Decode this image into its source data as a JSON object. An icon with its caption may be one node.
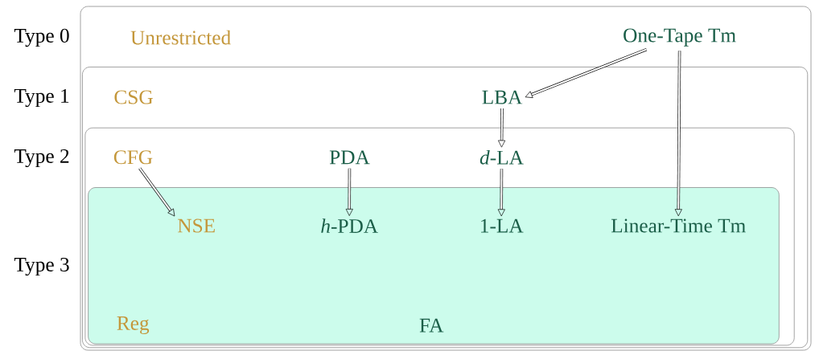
{
  "diagram": {
    "nodes": [
      {
        "text": [
          "Type 0"
        ]
      },
      {
        "text": [
          "Unrestricted"
        ],
        "in": 0
      },
      {
        "text": [
          "One-Tape Tm"
        ],
        "in": 0
      },
      {
        "text": [
          "Type 1"
        ],
        "in": 0
      },
      {
        "text": [
          "CSG"
        ],
        "in": 3
      },
      {
        "text": [
          "LBA"
        ],
        "in": 3
      },
      {
        "text": [
          "Type 2"
        ],
        "in": 3
      },
      {
        "text": [
          "CFG"
        ],
        "in": 6
      },
      {
        "text": [
          "PDA"
        ],
        "in": 6
      },
      {
        "text": [
          "*d*-LA"
        ],
        "in": 6
      },
      {
        "text": [
          "Type 3"
        ],
        "in": 6
      },
      {
        "text": [
          "NSE"
        ],
        "in": 10
      },
      {
        "text": [
          "*h*-PDA"
        ],
        "in": 10
      },
      {
        "text": [
          "1-LA"
        ],
        "in": 10
      },
      {
        "text": [
          "Linear-Time Tm"
        ],
        "in": 10
      },
      {
        "text": [
          "Reg"
        ],
        "in": 10
      },
      {
        "text": [
          "FA"
        ],
        "in": 10
      }
    ],
    "edges": [
      {
        "from": 2,
        "to": 5,
        "arrow": "to"
      },
      {
        "from": 2,
        "to": 14,
        "arrow": "to"
      },
      {
        "from": 5,
        "to": 9,
        "arrow": "to"
      },
      {
        "from": 7,
        "to": 11,
        "arrow": "to"
      },
      {
        "from": 8,
        "to": 12,
        "arrow": "to"
      },
      {
        "from": 9,
        "to": 13,
        "arrow": "to"
      }
    ]
  }
}
